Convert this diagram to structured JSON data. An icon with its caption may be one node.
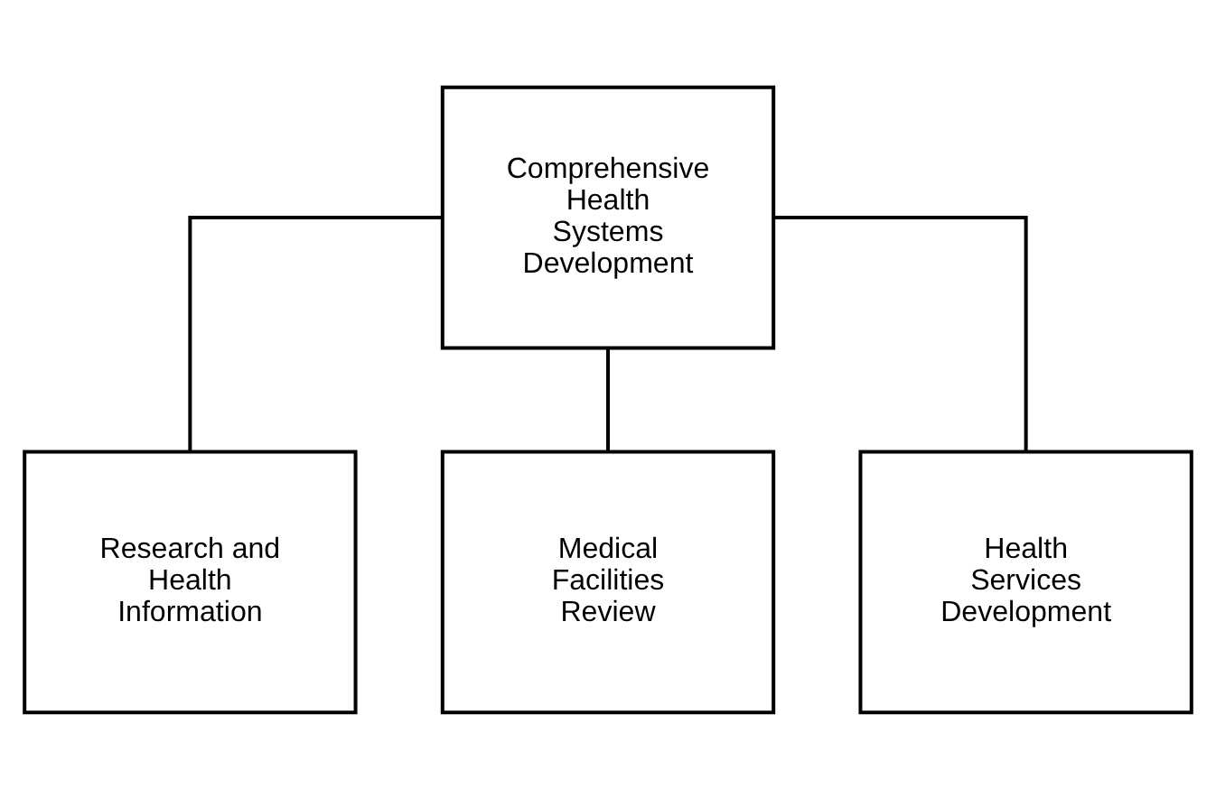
{
  "diagram": {
    "nodes": [
      {
        "text": [
          "Comprehensive Health Systems Development"
        ]
      },
      {
        "text": [
          "Research and Health Information"
        ]
      },
      {
        "text": [
          "Medical Facilities Review"
        ]
      },
      {
        "text": [
          "Health Services Development"
        ]
      }
    ],
    "edges": [
      {
        "from": 0,
        "to": 1,
        "arrow": "none"
      },
      {
        "from": 0,
        "to": 2,
        "arrow": "none"
      },
      {
        "from": 0,
        "to": 3,
        "arrow": "none"
      }
    ]
  }
}
